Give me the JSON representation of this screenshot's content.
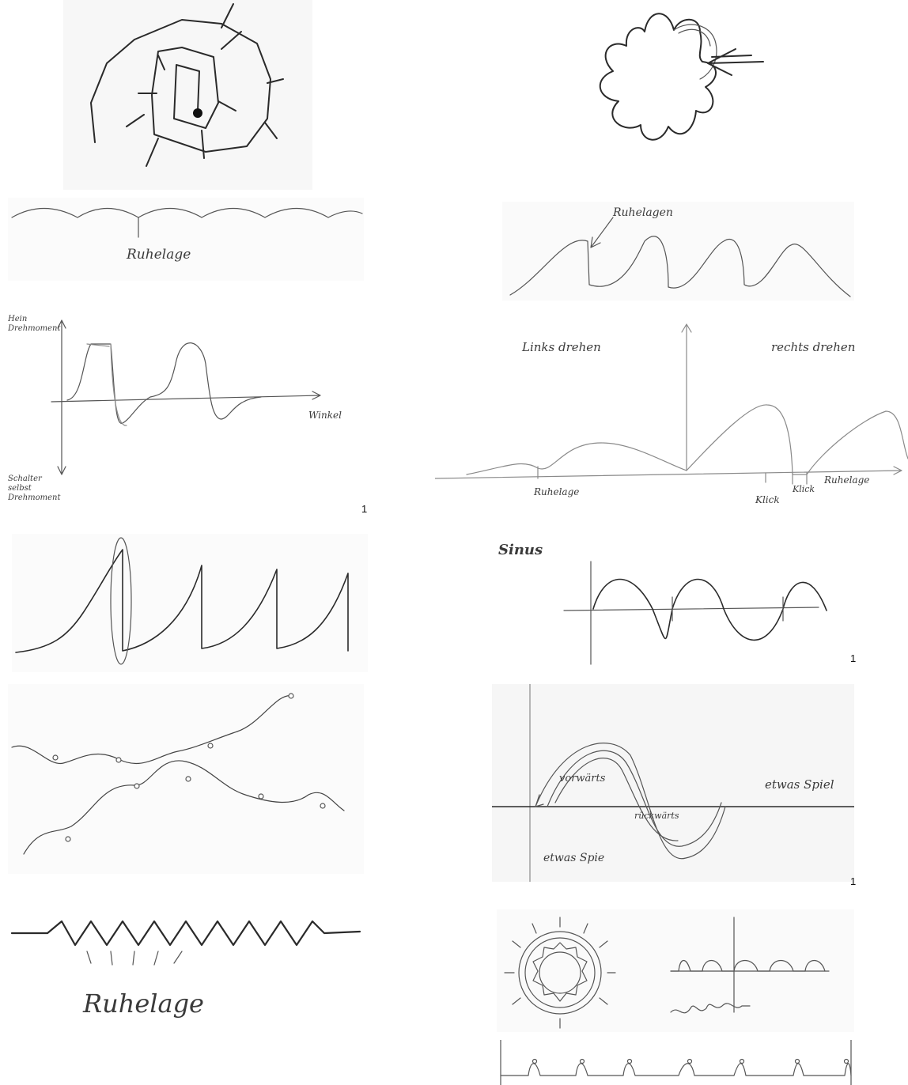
{
  "sketches": {
    "ruhelage_bumps": {
      "label": "Ruhelage"
    },
    "ruhelagen_waves": {
      "label": "Ruhelagen"
    },
    "torque_plot": {
      "y_top_label": "Hein Drehmoment",
      "x_label": "Winkel",
      "y_bottom_label": "Schalter selbst Drehmoment"
    },
    "rotation_plot": {
      "left_label": "Links drehen",
      "right_label": "rechts drehen",
      "rest_left_label": "Ruhelage",
      "rest_right_label": "Ruhelage",
      "click_label_1": "Klick",
      "click_label_2": "Klick"
    },
    "sinus_plot": {
      "label": "Sinus"
    },
    "play_plot": {
      "forward_label": "vorwärts",
      "backward_label": "rückwärts",
      "play_right_label": "etwas Spiel",
      "play_left_label": "etwas Spie"
    },
    "zigzag": {
      "label": "Ruhelage"
    }
  },
  "page_numbers": [
    "1",
    "1",
    "1"
  ]
}
